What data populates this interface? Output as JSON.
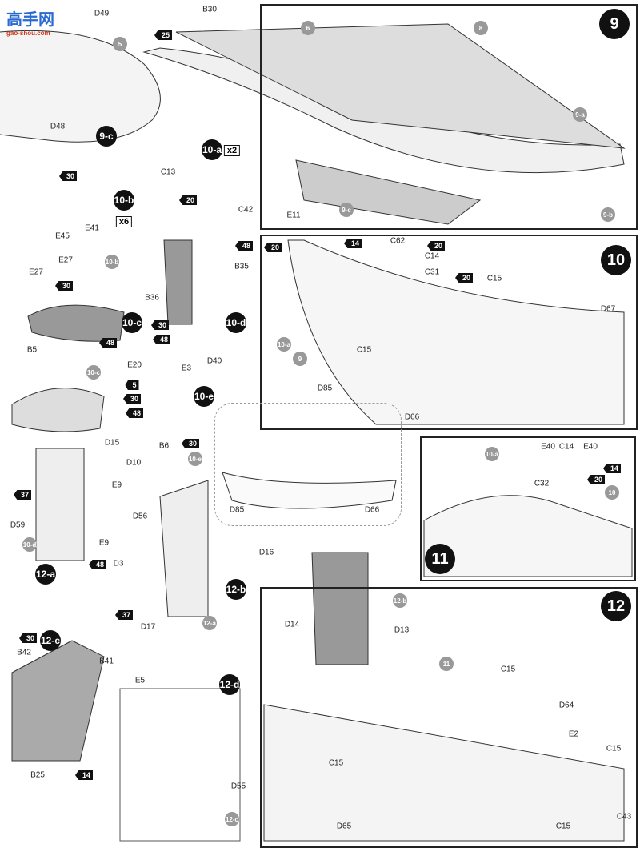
{
  "watermark": {
    "title": "高手网",
    "url": "gao-shou.com"
  },
  "steps": {
    "s9": "9",
    "s10": "10",
    "s11": "11",
    "s12": "12"
  },
  "sub": {
    "s9c": "9-c",
    "s10a": "10-a",
    "s10b": "10-b",
    "s10c": "10-c",
    "s10d": "10-d",
    "s10e": "10-e",
    "s12a": "12-a",
    "s12b": "12-b",
    "s12c": "12-c",
    "s12d": "12-d"
  },
  "refs": {
    "r5": "5",
    "r6": "6",
    "r8": "8",
    "r9a": "9-a",
    "r9b": "9-b",
    "r9c": "9-c",
    "r10b": "10-b",
    "r10c": "10-c",
    "r10d": "10-d",
    "r10e": "10-e",
    "r10a": "10-a",
    "r9": "9",
    "r10": "10",
    "r11": "11",
    "r12a": "12-a",
    "r12b": "12-b",
    "r12c": "12-c"
  },
  "mult": {
    "x2": "x2",
    "x6": "x6"
  },
  "paints": {
    "p20": "20",
    "p25": "25",
    "p30": "30",
    "p48": "48",
    "p5": "5",
    "p37": "37",
    "p14": "14"
  },
  "parts": {
    "D49": "D49",
    "D48": "D48",
    "B30": "B30",
    "C13": "C13",
    "C42": "C42",
    "E41": "E41",
    "E45": "E45",
    "E27": "E27",
    "B5": "B5",
    "B36": "B36",
    "B35": "B35",
    "D40": "D40",
    "E20": "E20",
    "E3": "E3",
    "B6": "B6",
    "D15": "D15",
    "D10": "D10",
    "E9": "E9",
    "D56": "D56",
    "D59": "D59",
    "D3": "D3",
    "D85": "D85",
    "D66": "D66",
    "D16": "D16",
    "D17": "D17",
    "E11": "E11",
    "C62": "C62",
    "C14": "C14",
    "C31": "C31",
    "C15": "C15",
    "D67": "D67",
    "E40": "E40",
    "C32": "C32",
    "D14": "D14",
    "D13": "D13",
    "D64": "D64",
    "E2": "E2",
    "D65": "D65",
    "C43": "C43",
    "B42": "B42",
    "B41": "B41",
    "B25": "B25",
    "E5": "E5",
    "D55": "D55"
  }
}
